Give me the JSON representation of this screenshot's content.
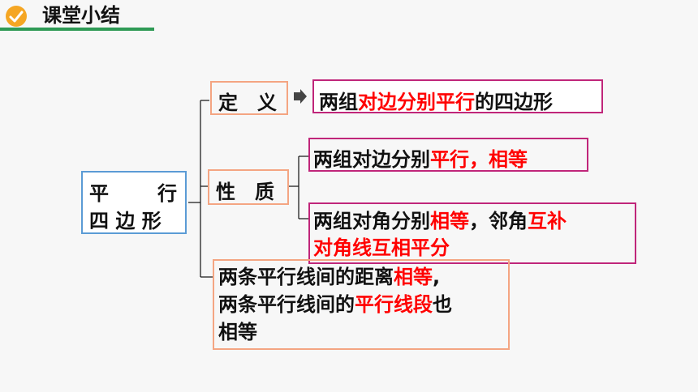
{
  "header": {
    "title": "课堂小结"
  },
  "root": {
    "line1_a": "平",
    "line1_b": "行",
    "line2": "四 边 形"
  },
  "definition": {
    "label": "定　义",
    "text_a": "两组",
    "text_b": "对边分别平行",
    "text_c": "的四边形"
  },
  "properties": {
    "label": "性　质",
    "item1": {
      "a": "两组对边分别",
      "b": "平行，相等"
    },
    "item2": {
      "a": "两组对角分别",
      "b": "相等",
      "c": "，邻角",
      "d": "互补",
      "line2": "对角线互相平分"
    }
  },
  "distance": {
    "l1_a": "两条平行线间的距离",
    "l1_b": "相等",
    "l1_c": ",",
    "l2_a": "两条平行线间的",
    "l2_b": "平行线段",
    "l2_c": "也",
    "l3": "相等"
  },
  "colors": {
    "accent_green": "#2e9a55",
    "icon_orange": "#f5a623",
    "highlight_red": "#ff0000",
    "root_border": "#5b9bd5",
    "label_border": "#f4a582",
    "def_border": "#c0267a"
  }
}
